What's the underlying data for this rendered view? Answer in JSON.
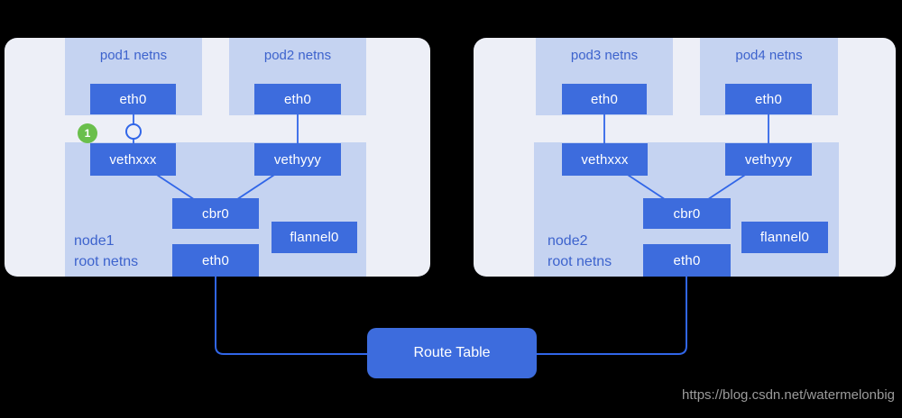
{
  "colors": {
    "background": "#000000",
    "node_panel": "#edeff7",
    "netns_panel": "#c5d3f1",
    "box_blue": "#3d6cdd",
    "line_blue": "#3166e8",
    "label_blue": "#3d63cd",
    "badge_green": "#6abf4c",
    "watermark_gray": "#9b9b9b"
  },
  "badge": {
    "label": "1"
  },
  "route_table": {
    "label": "Route Table"
  },
  "watermark": {
    "text": "https://blog.csdn.net/watermelonbig"
  },
  "nodes": [
    {
      "label_line1": "node1",
      "label_line2": "root netns",
      "pods": [
        {
          "title": "pod1 netns",
          "interface": "eth0"
        },
        {
          "title": "pod2 netns",
          "interface": "eth0"
        }
      ],
      "veth_left": "vethxxx",
      "veth_right": "vethyyy",
      "bridge": "cbr0",
      "overlay": "flannel0",
      "host_interface": "eth0"
    },
    {
      "label_line1": "node2",
      "label_line2": "root netns",
      "pods": [
        {
          "title": "pod3 netns",
          "interface": "eth0"
        },
        {
          "title": "pod4 netns",
          "interface": "eth0"
        }
      ],
      "veth_left": "vethxxx",
      "veth_right": "vethyyy",
      "bridge": "cbr0",
      "overlay": "flannel0",
      "host_interface": "eth0"
    }
  ]
}
